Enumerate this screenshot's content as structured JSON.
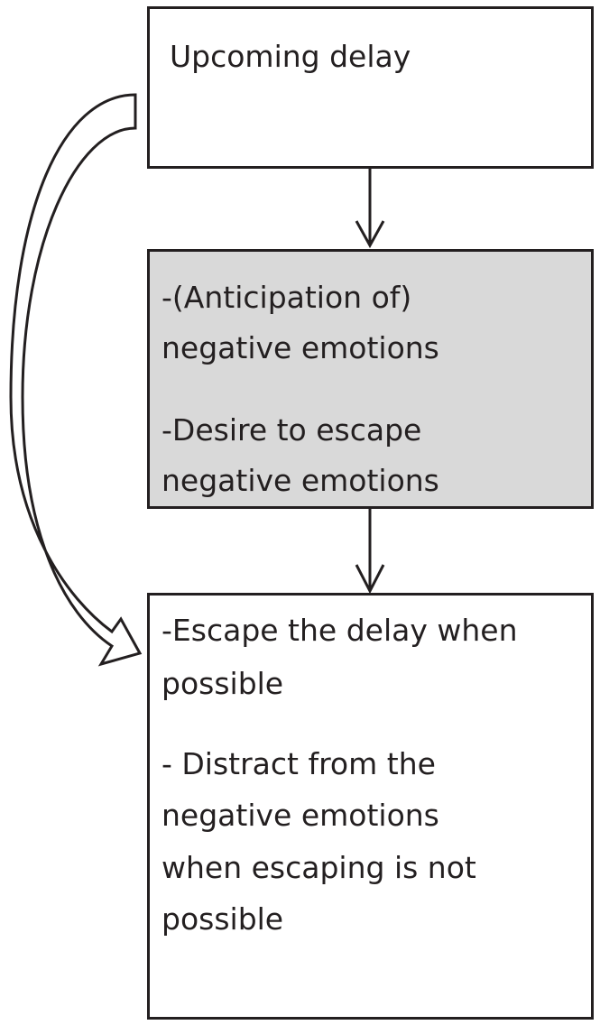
{
  "boxes": {
    "top": {
      "lines": [
        "Upcoming delay"
      ]
    },
    "middle": {
      "lines": [
        "-(Anticipation of)",
        "negative emotions",
        "-Desire to escape",
        "negative emotions"
      ]
    },
    "bottom": {
      "lines": [
        "-Escape the delay when",
        "possible",
        "- Distract from the",
        "negative emotions",
        "when escaping is not",
        "possible"
      ]
    }
  },
  "colors": {
    "stroke": "#231f20",
    "middle_fill": "#d9d9d9",
    "background": "#ffffff"
  }
}
